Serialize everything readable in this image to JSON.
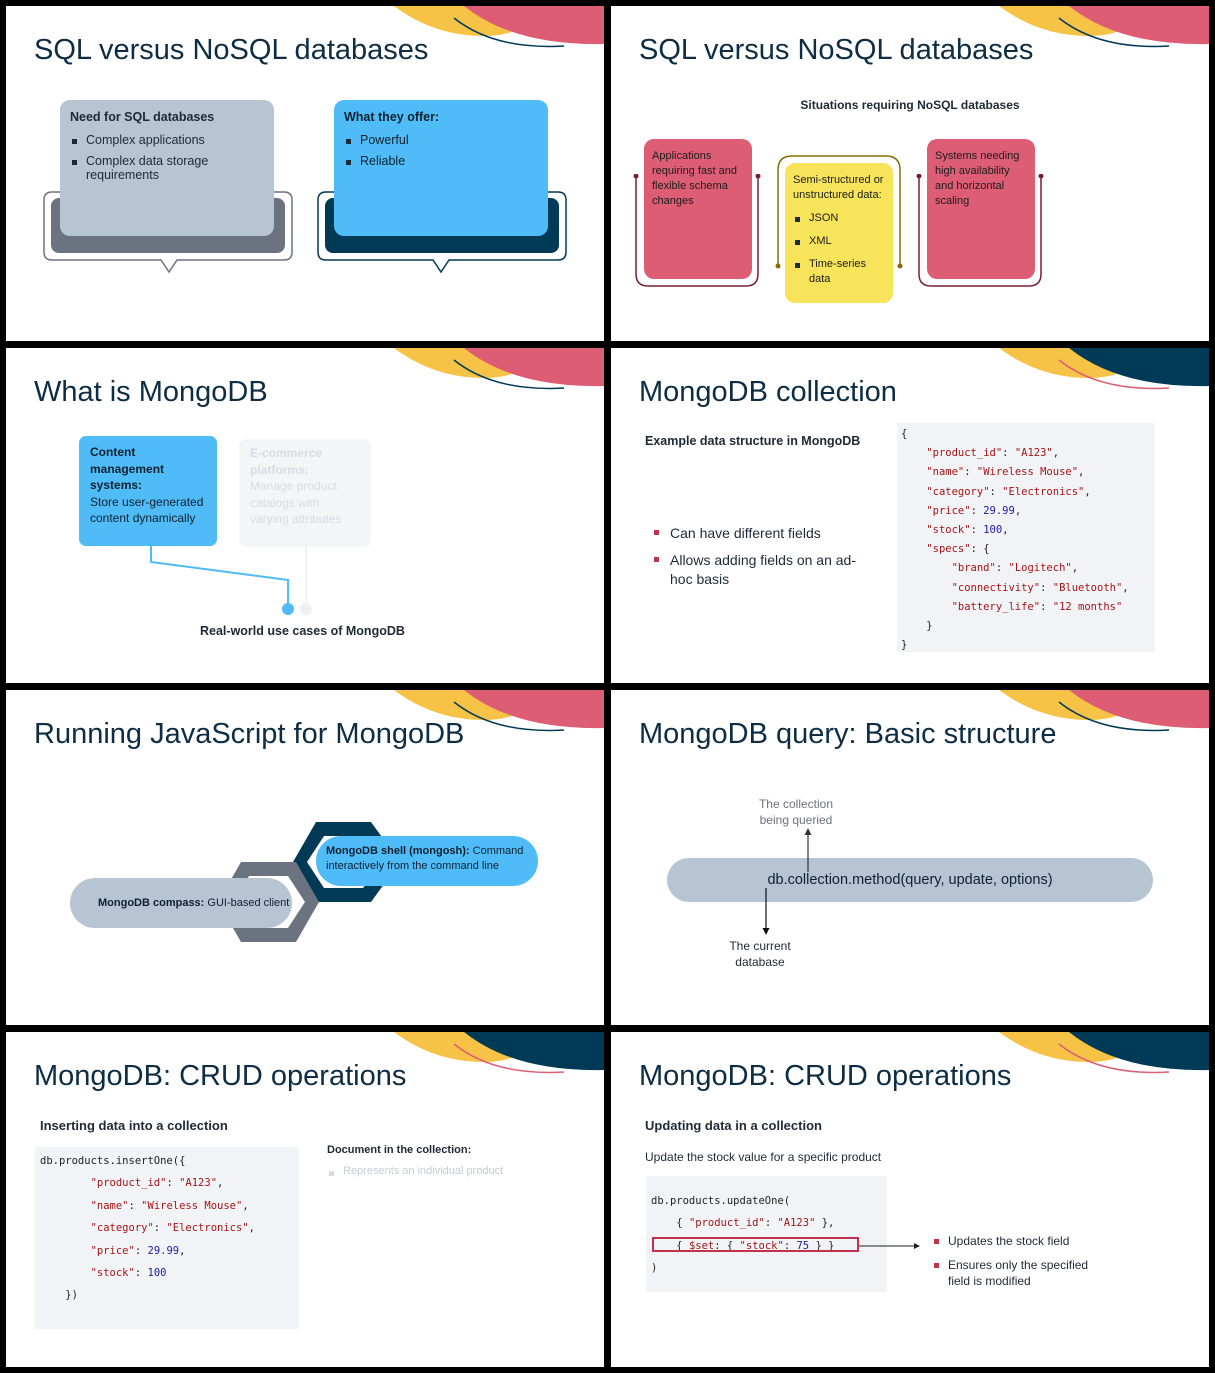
{
  "colors": {
    "navy": "#003a57",
    "slate": "#6b7280",
    "lightSlate": "#b6c4d4",
    "sky": "#4fbcf7",
    "pink": "#dd5d74",
    "yellow": "#f7e45a",
    "gold": "#f7c347"
  },
  "s1": {
    "title": "SQL versus NoSQL databases",
    "box1_heading": "Need for SQL databases",
    "box1_items": [
      "Complex applications",
      "Complex data storage requirements"
    ],
    "box2_heading": "What they offer:",
    "box2_items": [
      "Powerful",
      "Reliable"
    ]
  },
  "s2": {
    "title": "SQL versus NoSQL databases",
    "subtitle": "Situations requiring NoSQL databases",
    "card1": "Applications requiring fast and flexible schema changes",
    "card2_intro": "Semi-structured or unstructured data:",
    "card2_items": [
      "JSON",
      "XML",
      "Time-series data"
    ],
    "card3": "Systems needing high availability and horizontal scaling"
  },
  "s3": {
    "title": "What is MongoDB",
    "card1_bold": "Content management systems:",
    "card1_text": "Store user-generated content dynamically",
    "card2_bold": "E-commerce platforms:",
    "card2_text": "Manage product catalogs with varying attributes",
    "caption": "Real-world use cases of MongoDB"
  },
  "s4": {
    "title": "MongoDB collection",
    "heading": "Example data structure in MongoDB",
    "bullets": [
      "Can have different fields",
      "Allows adding fields on an ad-hoc basis"
    ],
    "code": {
      "open": "{",
      "product_id_k": "\"product_id\"",
      "product_id_v": "\"A123\"",
      "name_k": "\"name\"",
      "name_v": "\"Wireless Mouse\"",
      "category_k": "\"category\"",
      "category_v": "\"Electronics\"",
      "price_k": "\"price\"",
      "price_v": "29.99",
      "stock_k": "\"stock\"",
      "stock_v": "100",
      "specs_k": "\"specs\"",
      "brand_k": "\"brand\"",
      "brand_v": "\"Logitech\"",
      "conn_k": "\"connectivity\"",
      "conn_v": "\"Bluetooth\"",
      "bat_k": "\"battery_life\"",
      "bat_v": "\"12 months\"",
      "inner_close": "}",
      "close": "}"
    }
  },
  "s5": {
    "title": "Running JavaScript for MongoDB",
    "pill1_bold": "MongoDB shell (mongosh):",
    "pill1_text": " Command interactively from the command line",
    "pill2_bold": "MongoDB compass:",
    "pill2_text": " GUI-based client"
  },
  "s6": {
    "title": "MongoDB query: Basic structure",
    "top_label": "The collection being queried",
    "query": "db.collection.method(query, update, options)",
    "bottom_label": "The current database"
  },
  "s7": {
    "title": "MongoDB: CRUD operations",
    "heading": "Inserting data into a collection",
    "side_heading": "Document in the collection:",
    "side_item": "Represents an individual product",
    "code": {
      "l1": "db.products.insertOne({",
      "product_id_k": "\"product_id\"",
      "product_id_v": "\"A123\"",
      "name_k": "\"name\"",
      "name_v": "\"Wireless Mouse\"",
      "category_k": "\"category\"",
      "category_v": "\"Electronics\"",
      "price_k": "\"price\"",
      "price_v": "29.99",
      "stock_k": "\"stock\"",
      "stock_v": "100",
      "close": "})"
    }
  },
  "s8": {
    "title": "MongoDB: CRUD operations",
    "heading": "Updating data in a collection",
    "subheading": "Update the stock value for a specific product",
    "code": {
      "l1": "db.products.updateOne(",
      "filter_open": "{ ",
      "filter_k": "\"product_id\"",
      "filter_v": "\"A123\"",
      "filter_close": " },",
      "set_open": "{ ",
      "set_k": "$set",
      "set_mid": ": { ",
      "stock_k": "\"stock\"",
      "stock_v": "75",
      "set_close": " } }",
      "close": ")"
    },
    "bullets": [
      "Updates the stock field",
      "Ensures only the specified field is modified"
    ]
  }
}
